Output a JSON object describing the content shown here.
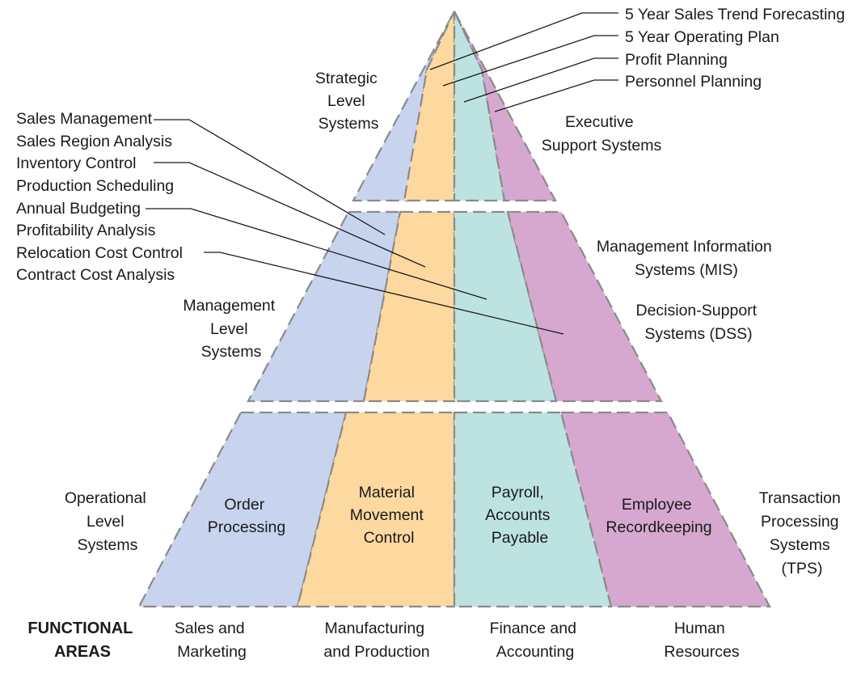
{
  "strategic": {
    "level_label": [
      "Strategic",
      "Level",
      "Systems"
    ],
    "system_label": [
      "Executive",
      "Support Systems"
    ],
    "applications": [
      "5 Year Sales Trend Forecasting",
      "5 Year Operating Plan",
      "Profit Planning",
      "Personnel Planning"
    ]
  },
  "management": {
    "level_label": [
      "Management",
      "Level",
      "Systems"
    ],
    "system_labels": [
      [
        "Management Information",
        "Systems (MIS)"
      ],
      [
        "Decision-Support",
        "Systems (DSS)"
      ]
    ],
    "applications": [
      "Sales Management",
      "Sales Region Analysis",
      "Inventory Control",
      "Production Scheduling",
      "Annual Budgeting",
      "Profitability Analysis",
      "Relocation Cost Control",
      "Contract Cost Analysis"
    ]
  },
  "operational": {
    "level_label": [
      "Operational",
      "Level",
      "Systems"
    ],
    "system_label": [
      "Transaction",
      "Processing",
      "Systems",
      "(TPS)"
    ],
    "cells": [
      [
        "Order",
        "Processing"
      ],
      [
        "Material",
        "Movement",
        "Control"
      ],
      [
        "Payroll,",
        "Accounts",
        "Payable"
      ],
      [
        "Employee",
        "Recordkeeping"
      ]
    ]
  },
  "functional_areas": {
    "heading": [
      "FUNCTIONAL",
      "AREAS"
    ],
    "areas": [
      [
        "Sales and",
        "Marketing"
      ],
      [
        "Manufacturing",
        "and Production"
      ],
      [
        "Finance and",
        "Accounting"
      ],
      [
        "Human",
        "Resources"
      ]
    ]
  },
  "colors": {
    "sales": "#c8d4ee",
    "manufacturing": "#fdd9a0",
    "finance": "#bde3e1",
    "human_resources": "#d6a8d0",
    "dashes": "#8a8a8a"
  }
}
